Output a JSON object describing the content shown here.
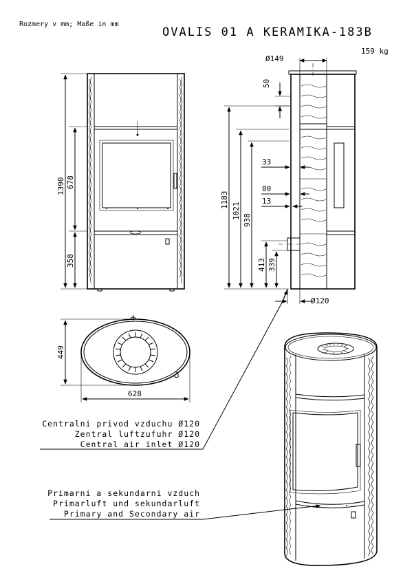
{
  "header": {
    "units_note": "Rozmery v mm; Maße in mm",
    "model_title": "OVALIS 01 A KERAMIKA-183B",
    "weight": "159 kg"
  },
  "front_view": {
    "dim_total_height": "1390",
    "dim_window_height": "678",
    "dim_base_height": "358"
  },
  "side_view": {
    "dim_flue_diameter": "Ø149",
    "dim_flue_offset": "50",
    "dim_flue_height": "1183",
    "dim_rear_height_1": "1021",
    "dim_rear_height_2": "938",
    "dim_depth_33": "33",
    "dim_depth_80": "80",
    "dim_depth_13": "13",
    "dim_inlet_height_1": "413",
    "dim_inlet_height_2": "339",
    "dim_inlet_diameter": "Ø120"
  },
  "top_view": {
    "dim_depth": "449",
    "dim_width": "628"
  },
  "notes": {
    "central_air": {
      "line1": "Centralni privod vzduchu Ø120",
      "line2": "Zentral luftzufuhr Ø120",
      "line3": "Central air inlet Ø120"
    },
    "primary_air": {
      "line1": "Primarni a sekundarni vzduch",
      "line2": "Primarluft und sekundarluft",
      "line3": "Primary and Secondary air"
    }
  }
}
